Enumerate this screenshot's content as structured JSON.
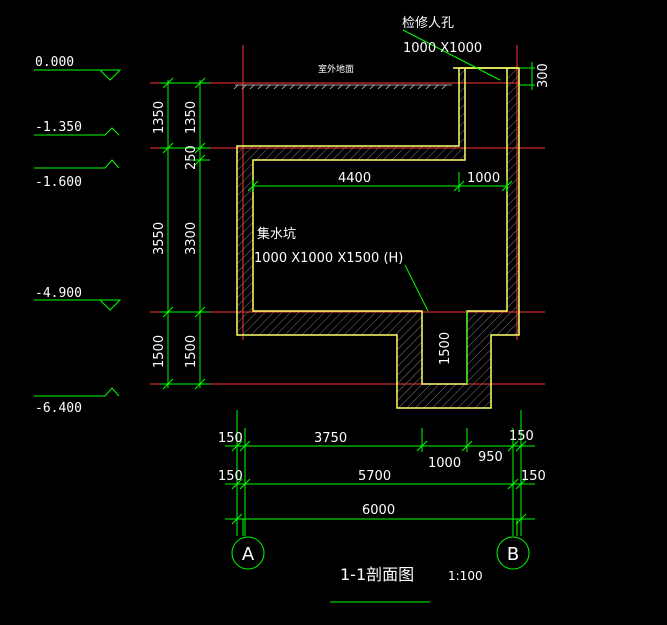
{
  "elevations": {
    "e0": "0.000",
    "e1": "-1.350",
    "e2": "-1.600",
    "e3": "-4.900",
    "e4": "-6.400"
  },
  "labels": {
    "ground": "室外地面",
    "manhole_title": "检修人孔",
    "manhole_size": "1000 X1000",
    "manhole_300": "300",
    "sump_title": "集水坑",
    "sump_size": "1000 X1000 X1500 (H)"
  },
  "dims_left": {
    "a1350": "1350",
    "b1350": "1350",
    "a250": "250",
    "a3550": "3550",
    "a3300": "3300",
    "a1500": "1500",
    "b1500": "1500"
  },
  "dims_inner": {
    "d4400": "4400",
    "d1000": "1000",
    "d1500": "1500"
  },
  "dims_bottom": {
    "r1_150a": "150",
    "r1_3750": "3750",
    "r1_1000": "1000",
    "r1_950": "950",
    "r1_150b": "150",
    "r2_150a": "150",
    "r2_5700": "5700",
    "r2_150b": "150",
    "r3_6000": "6000"
  },
  "axes": {
    "a": "A",
    "b": "B"
  },
  "title": {
    "name": "1-1剖面图",
    "scale": "1:100"
  },
  "colors": {
    "background": "#000000",
    "wall": "#ffff66",
    "dimension": "#00ff00",
    "level_line": "#ff3333",
    "text": "#ffffff"
  }
}
